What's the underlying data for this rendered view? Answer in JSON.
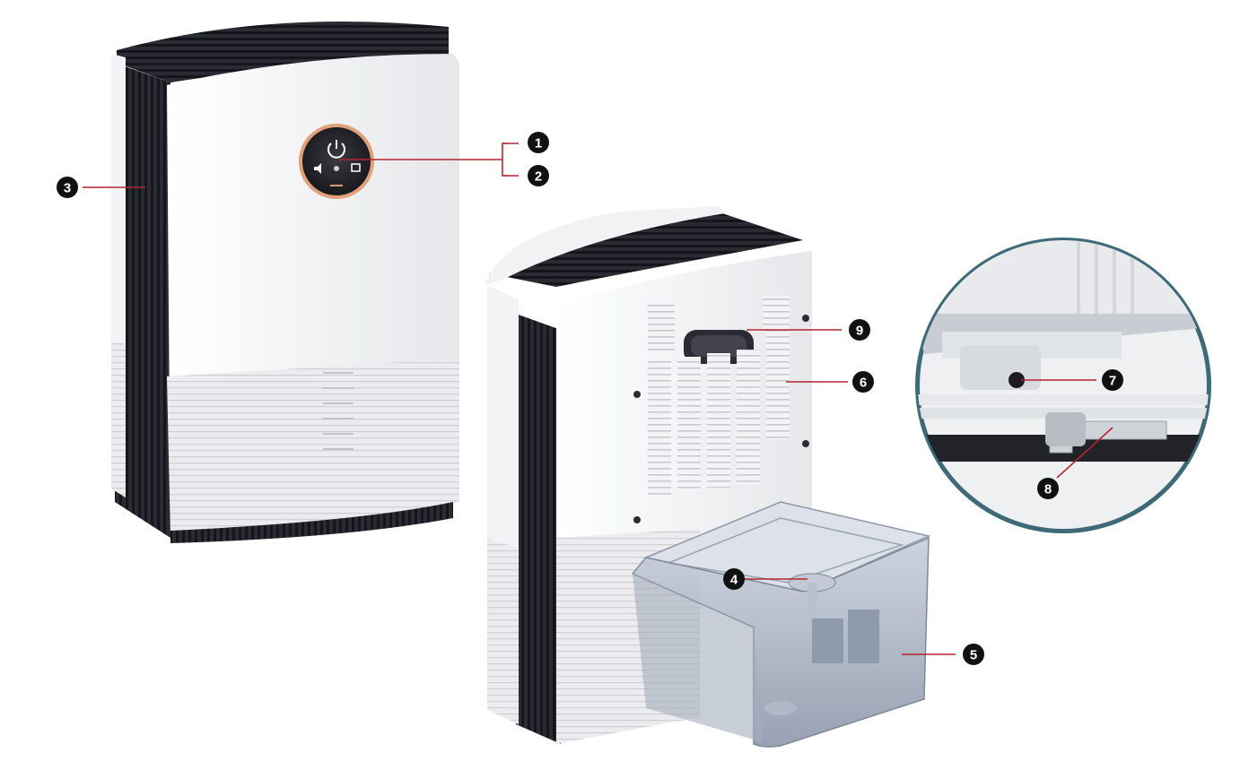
{
  "colors": {
    "background": "#ffffff",
    "body_white": "#f2f2f4",
    "fin_dark": "#1c1d24",
    "leader_line": "#b3262e",
    "badge_fill": "#111111",
    "badge_text": "#ffffff",
    "copper_ring": "#d99a72",
    "tank_blue": "#9aa6b8",
    "detail_circle_border": "#3e6a78"
  },
  "icons": [
    "power-icon",
    "speaker-icon",
    "mode-icon",
    "hourglass-icon"
  ],
  "callouts": [
    {
      "number": "1"
    },
    {
      "number": "2"
    },
    {
      "number": "3"
    },
    {
      "number": "4"
    },
    {
      "number": "5"
    },
    {
      "number": "6"
    },
    {
      "number": "7"
    },
    {
      "number": "8"
    },
    {
      "number": "9"
    }
  ]
}
